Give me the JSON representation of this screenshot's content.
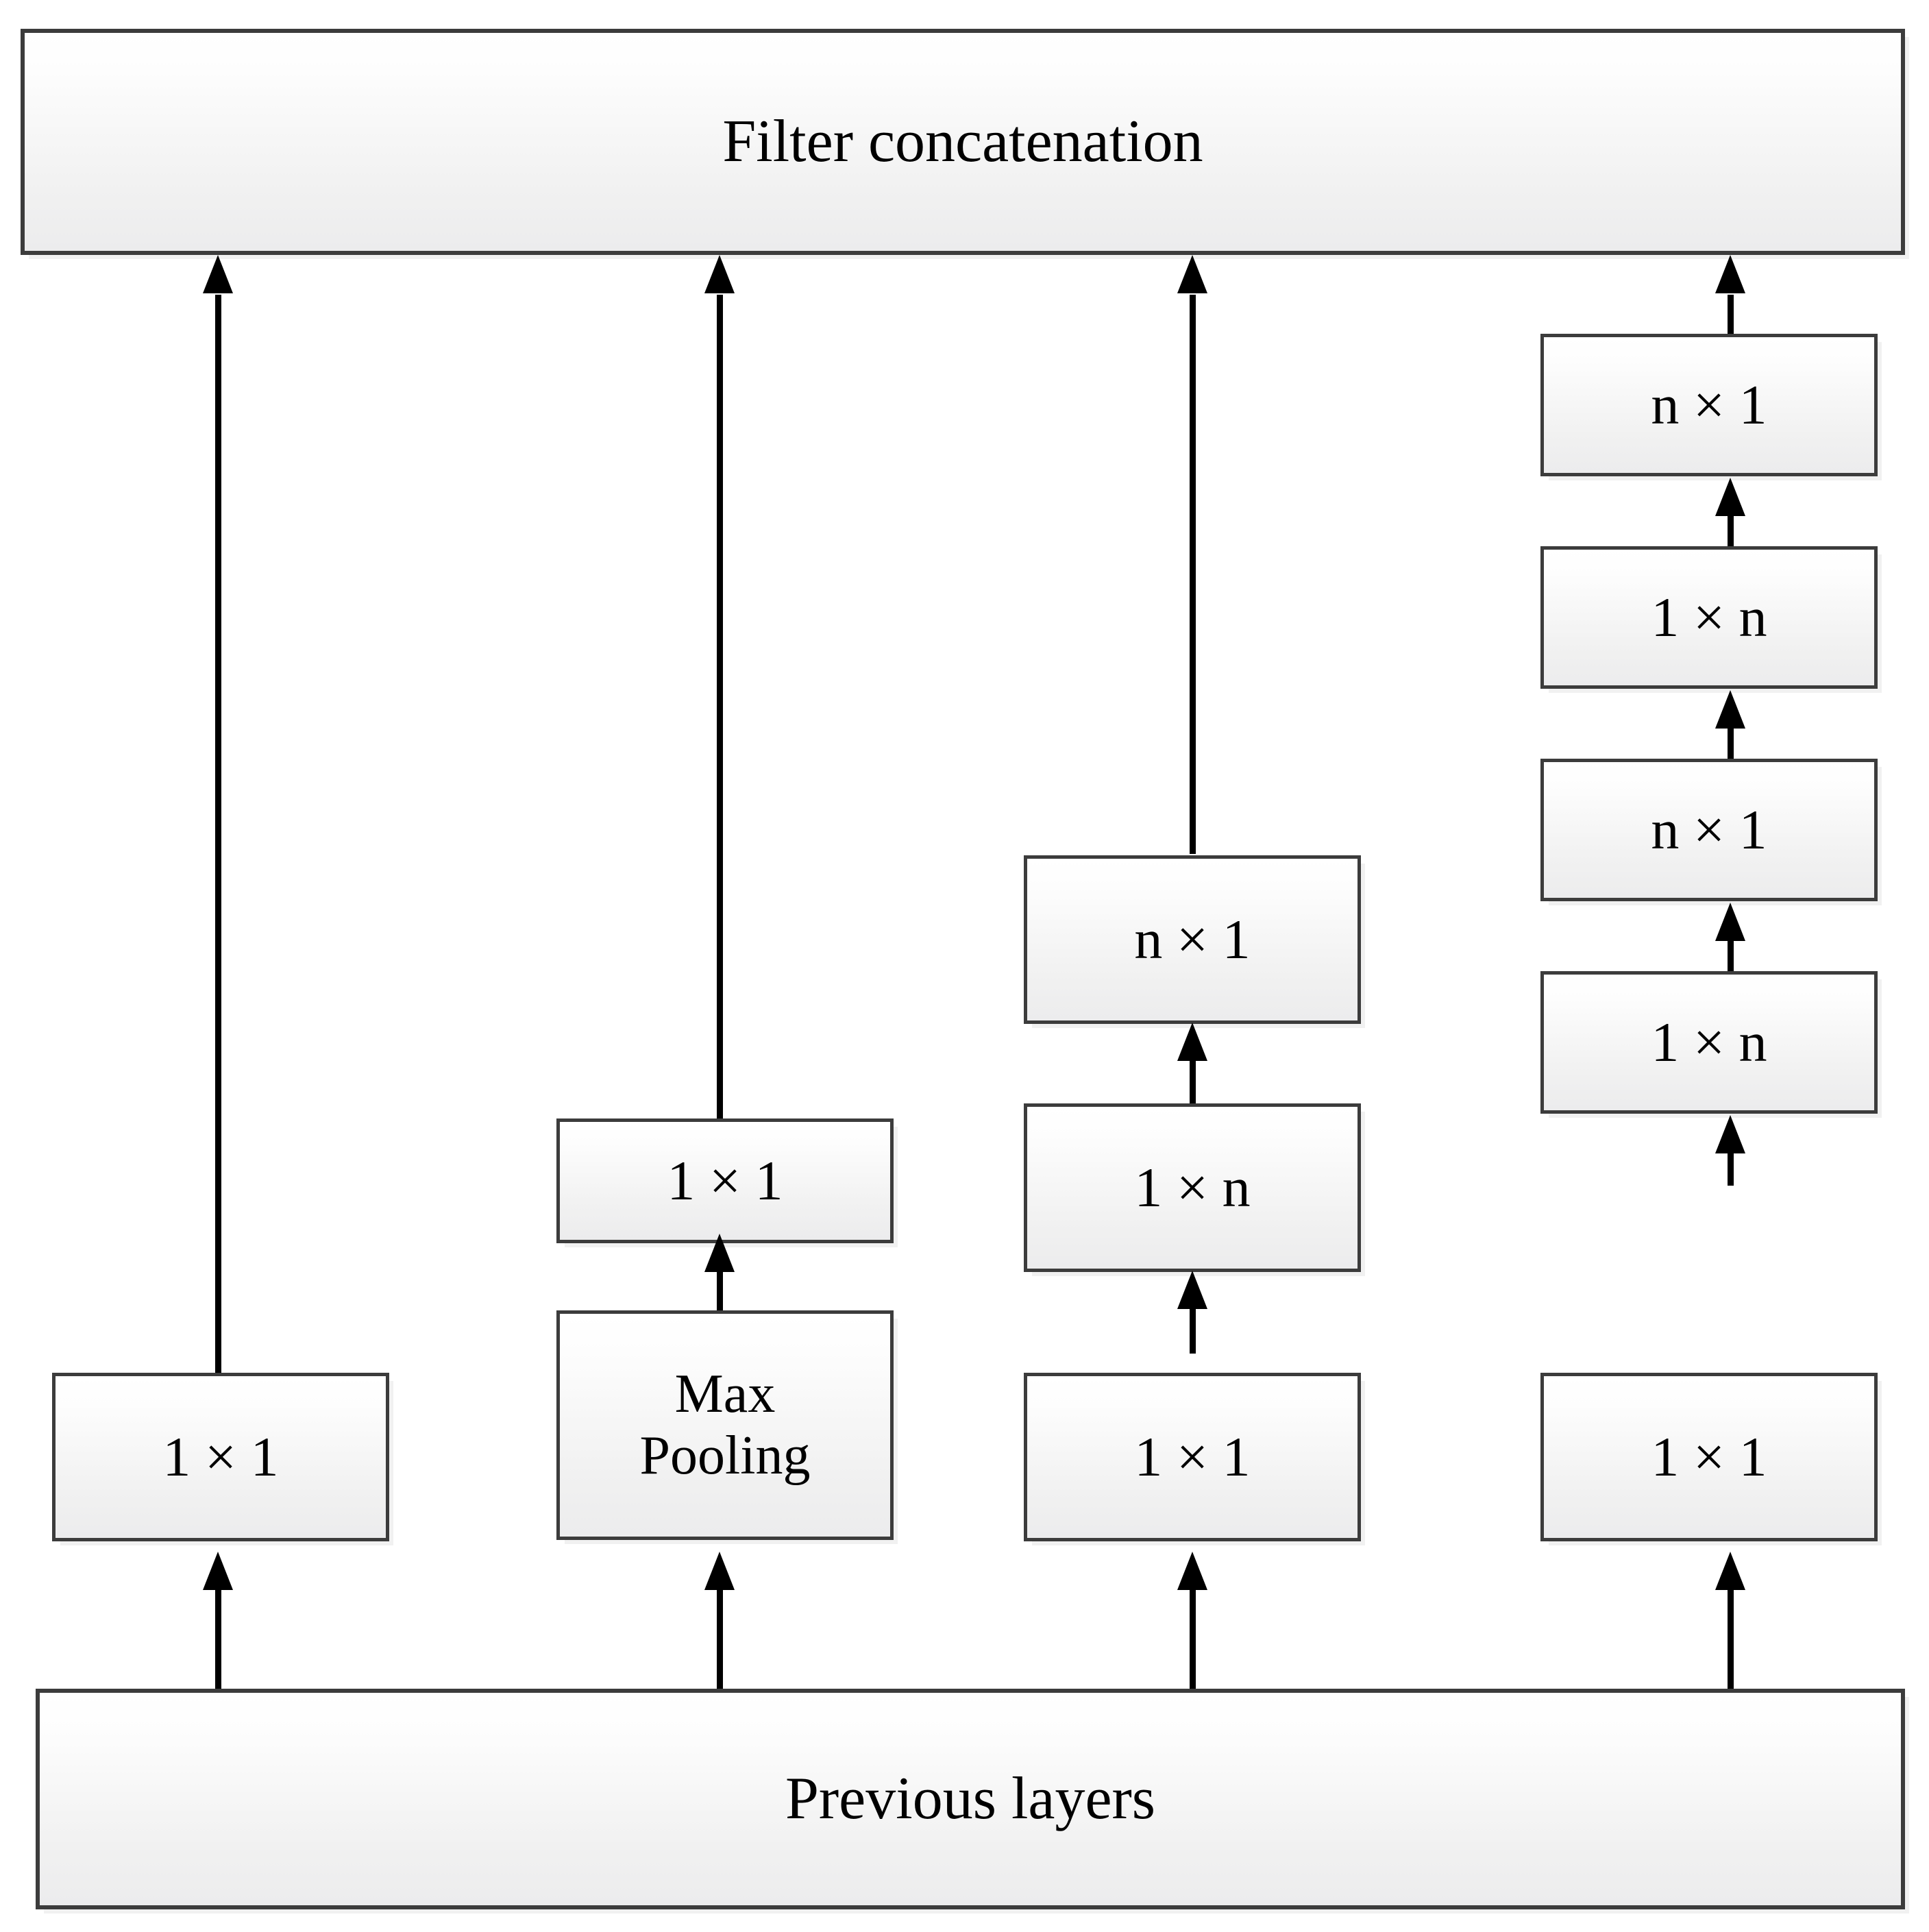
{
  "diagram": {
    "title_top": "Filter concatenation",
    "title_bottom": "Previous layers",
    "columns": [
      {
        "id": "branch-1",
        "blocks": [
          {
            "label": "1 × 1"
          }
        ]
      },
      {
        "id": "branch-2",
        "blocks": [
          {
            "label": "1 × 1"
          },
          {
            "label": "Max\nPooling"
          }
        ]
      },
      {
        "id": "branch-3",
        "blocks": [
          {
            "label": "n × 1"
          },
          {
            "label": "1 × n"
          },
          {
            "label": "1 × 1"
          }
        ]
      },
      {
        "id": "branch-4",
        "blocks": [
          {
            "label": "n × 1"
          },
          {
            "label": "1 × n"
          },
          {
            "label": "n × 1"
          },
          {
            "label": "1 × n"
          },
          {
            "label": "1 × 1"
          }
        ]
      }
    ],
    "colors": {
      "border": "#3c3c3c",
      "fill_top": "#ffffff",
      "fill_bottom": "#ececed",
      "arrow": "#000000",
      "text": "#000000"
    }
  }
}
